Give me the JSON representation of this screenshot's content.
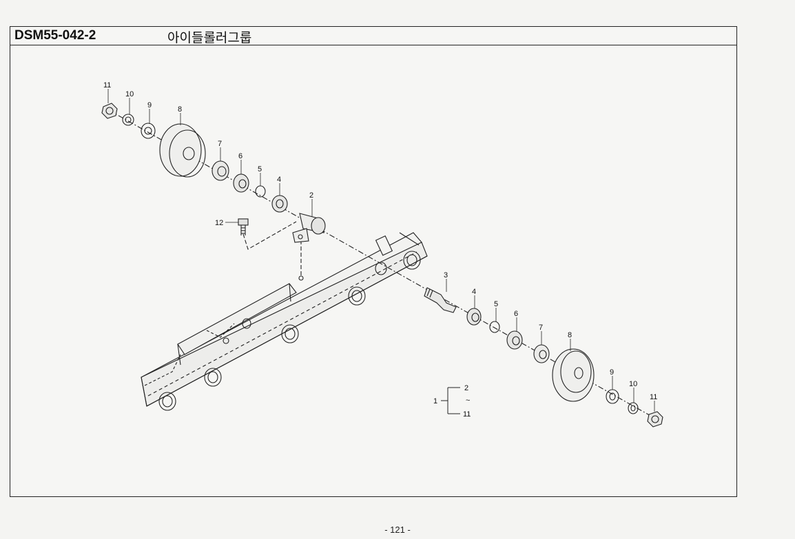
{
  "header": {
    "code": "DSM55-042-2",
    "title": "아이들롤러그룹"
  },
  "callouts": [
    {
      "id": "c11a",
      "text": "11"
    },
    {
      "id": "c10a",
      "text": "10"
    },
    {
      "id": "c9a",
      "text": "9"
    },
    {
      "id": "c8a",
      "text": "8"
    },
    {
      "id": "c7a",
      "text": "7"
    },
    {
      "id": "c6a",
      "text": "6"
    },
    {
      "id": "c5a",
      "text": "5"
    },
    {
      "id": "c4a",
      "text": "4"
    },
    {
      "id": "c2",
      "text": "2"
    },
    {
      "id": "c12",
      "text": "12"
    },
    {
      "id": "c3",
      "text": "3"
    },
    {
      "id": "c4b",
      "text": "4"
    },
    {
      "id": "c5b",
      "text": "5"
    },
    {
      "id": "c6b",
      "text": "6"
    },
    {
      "id": "c7b",
      "text": "7"
    },
    {
      "id": "c8b",
      "text": "8"
    },
    {
      "id": "c9b",
      "text": "9"
    },
    {
      "id": "c10b",
      "text": "10"
    },
    {
      "id": "c11b",
      "text": "11"
    }
  ],
  "assembly_bracket": {
    "main": "1",
    "from": "2",
    "tilde": "~",
    "to": "11"
  },
  "footer": {
    "page_number": "- 121 -"
  }
}
